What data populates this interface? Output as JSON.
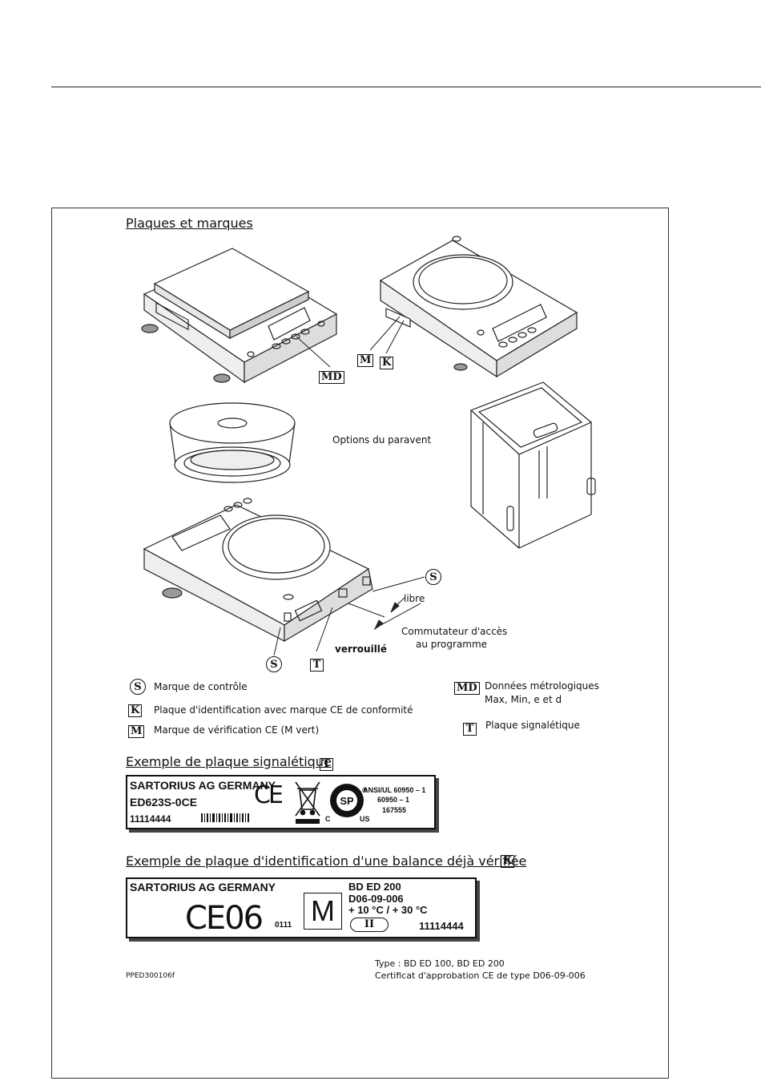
{
  "page": {
    "heading_plates": "Plaques et marques",
    "windshield_options": "Options du paravent",
    "libre": "libre",
    "switch_label_line1": "Commutateur d'accès",
    "switch_label_line2": "au programme",
    "verrouille": "verrouillé"
  },
  "marks": {
    "S": "S",
    "K": "K",
    "M": "M",
    "MD": "MD",
    "T": "T"
  },
  "legend": {
    "s_text": "Marque de contrôle",
    "k_text": "Plaque d'identification avec marque CE de conformité",
    "m_text": "Marque de vérification CE (M vert)",
    "md_text_line1": "Données métrologiques",
    "md_text_line2": "Max, Min, e et d",
    "t_text": "Plaque signalétique"
  },
  "nameplate_example": {
    "heading": "Exemple de plaque signalétique",
    "company": "SARTORIUS AG GERMANY",
    "model": "ED623S-0CE",
    "serial": "11114444",
    "ce": "CE",
    "ansi_line1": "ANSI/UL 60950 – 1",
    "ansi_line2": "60950 – 1",
    "ansi_line3": "167555",
    "csa_c": "C",
    "csa_us": "US"
  },
  "id_plate_example": {
    "heading": "Exemple de plaque d'identification d'une balance déjà vérifiée",
    "company": "SARTORIUS AG GERMANY",
    "ce06": "CE06",
    "notified_body": "0111",
    "m": "M",
    "model": "BD ED 200",
    "cert": "D06-09-006",
    "temp": "+ 10 °C / + 30 °C",
    "class": "II",
    "serial": "11114444"
  },
  "footer": {
    "code": "PPED300106f",
    "type_line": "Type :  BD ED 100, BD ED 200",
    "cert_line": "Certificat d'approbation CE de type  D06-09-006"
  }
}
